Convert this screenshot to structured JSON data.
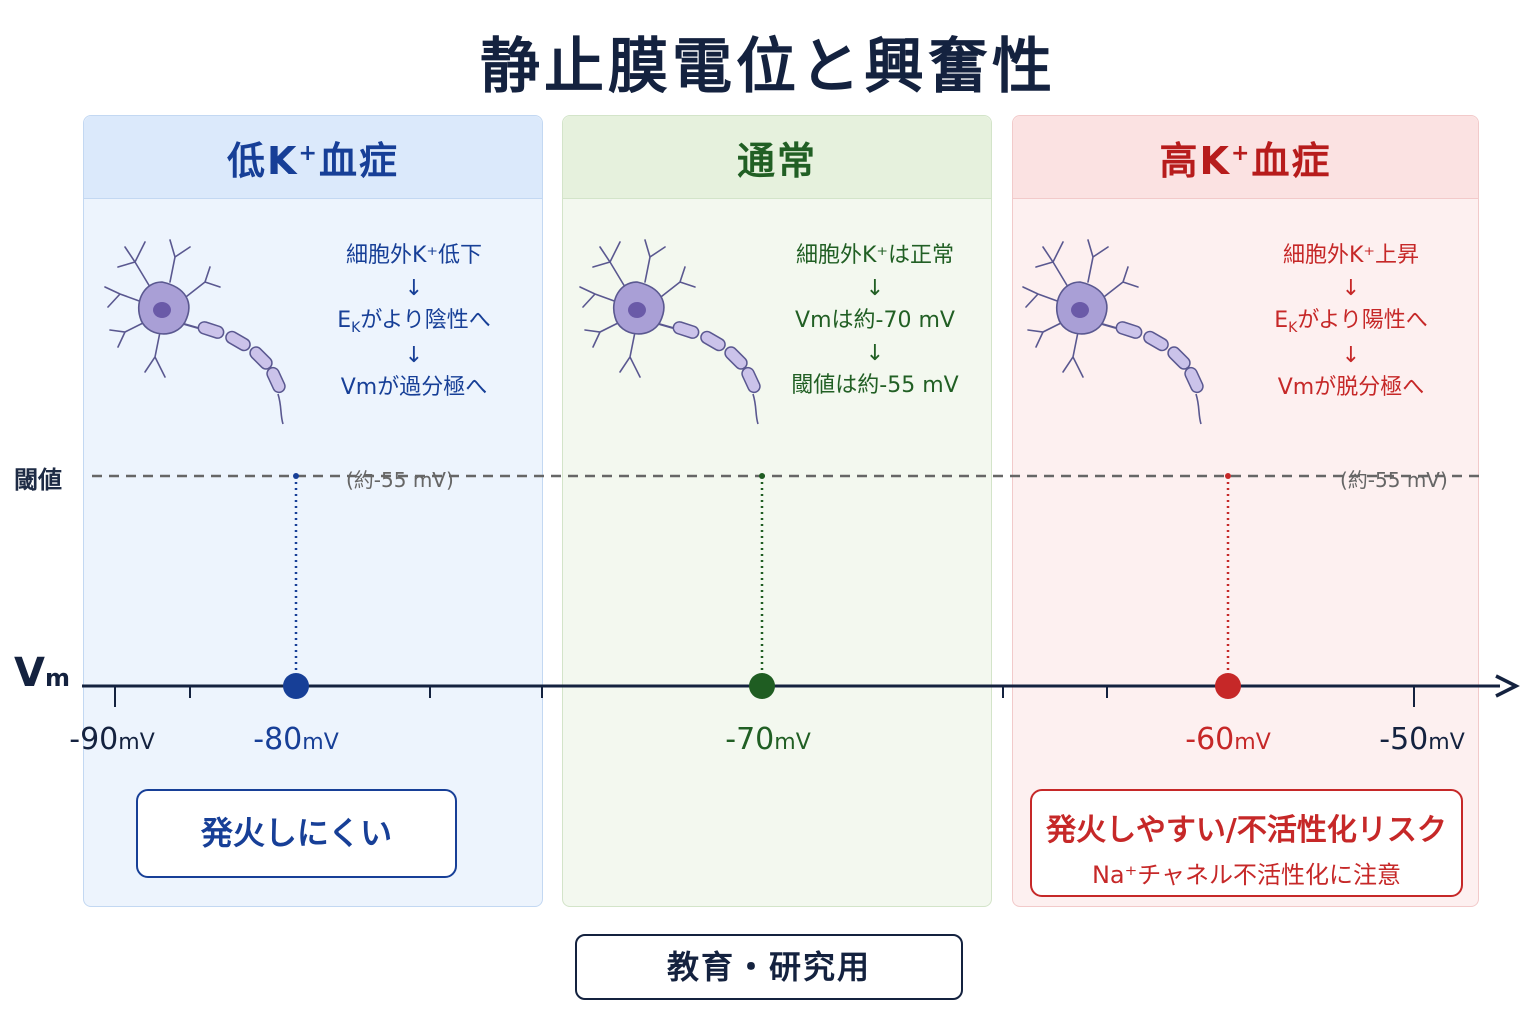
{
  "title": "静止膜電位と興奮性",
  "panels": {
    "hypo": {
      "head_main": "低K",
      "head_sup": "+",
      "head_tail": "血症",
      "flow": {
        "line1": "細胞外K⁺低下",
        "arrow1": "↓",
        "line2_pre": "E",
        "line2_sub": "K",
        "line2_post": "がより陰性へ",
        "arrow2": "↓",
        "line3": "Vmが過分極へ"
      },
      "outcome": "発火しにくい",
      "color": "#173f97"
    },
    "normal": {
      "head": "通常",
      "flow": {
        "line1": "細胞外K⁺は正常",
        "arrow1": "↓",
        "line2": "Vmは約-70 mV",
        "arrow2": "↓",
        "line3": "閾値は約-55 mV"
      },
      "color": "#215f24"
    },
    "hyper": {
      "head_main": "高K",
      "head_sup": "+",
      "head_tail": "血症",
      "flow": {
        "line1": "細胞外K⁺上昇",
        "arrow1": "↓",
        "line2_pre": "E",
        "line2_sub": "K",
        "line2_post": "がより陽性へ",
        "arrow2": "↓",
        "line3": "Vmが脱分極へ"
      },
      "outcome_line1": "発火しやすい/不活性化リスク",
      "outcome_line2": "Na⁺チャネル不活性化に注意",
      "color": "#c62828"
    }
  },
  "threshold": {
    "label": "閾値",
    "value_left": "(約-55 mV)",
    "value_right": "(約-55 mV)"
  },
  "axis": {
    "label_main": "V",
    "label_sub": "m",
    "ticks": [
      {
        "value": "-90",
        "unit": "mV",
        "color": "#14223f"
      },
      {
        "value": "-80",
        "unit": "mV",
        "color": "#173f97"
      },
      {
        "value": "-70",
        "unit": "mV",
        "color": "#215f24"
      },
      {
        "value": "-60",
        "unit": "mV",
        "color": "#c62828"
      },
      {
        "value": "-50",
        "unit": "mV",
        "color": "#14223f"
      }
    ],
    "markers": [
      {
        "name": "hypo",
        "vm": -80,
        "color": "#173f97"
      },
      {
        "name": "normal",
        "vm": -70,
        "color": "#1f5d22"
      },
      {
        "name": "hyper",
        "vm": -60,
        "color": "#c62828"
      }
    ]
  },
  "footer": "教育・研究用"
}
